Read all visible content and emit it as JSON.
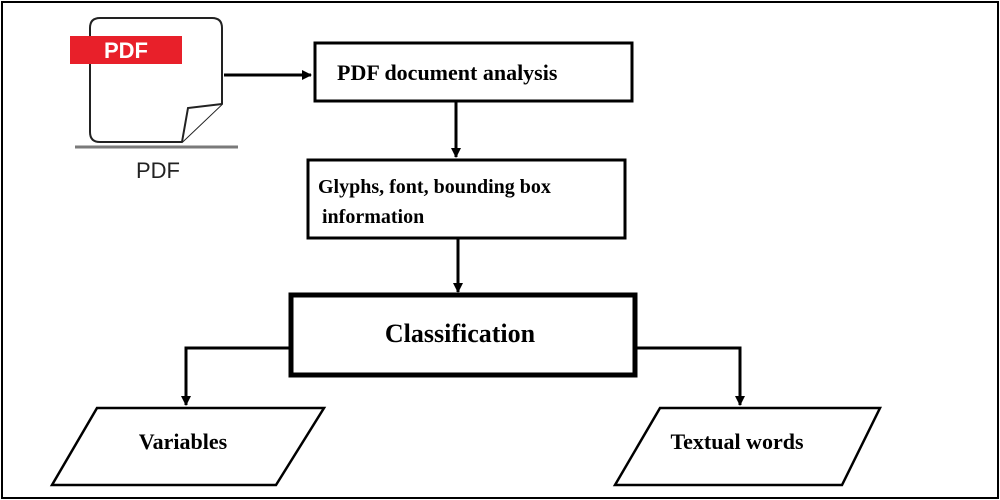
{
  "pdf_icon": {
    "badge_text": "PDF",
    "caption": "PDF",
    "badge_color": "#e8202a"
  },
  "nodes": {
    "analysis": "PDF document analysis",
    "info_line1": "Glyphs, font, bounding box",
    "info_line2": "information",
    "classification": "Classification",
    "variables": "Variables",
    "textual": "Textual words"
  },
  "colors": {
    "stroke": "#000000",
    "background": "#ffffff"
  }
}
